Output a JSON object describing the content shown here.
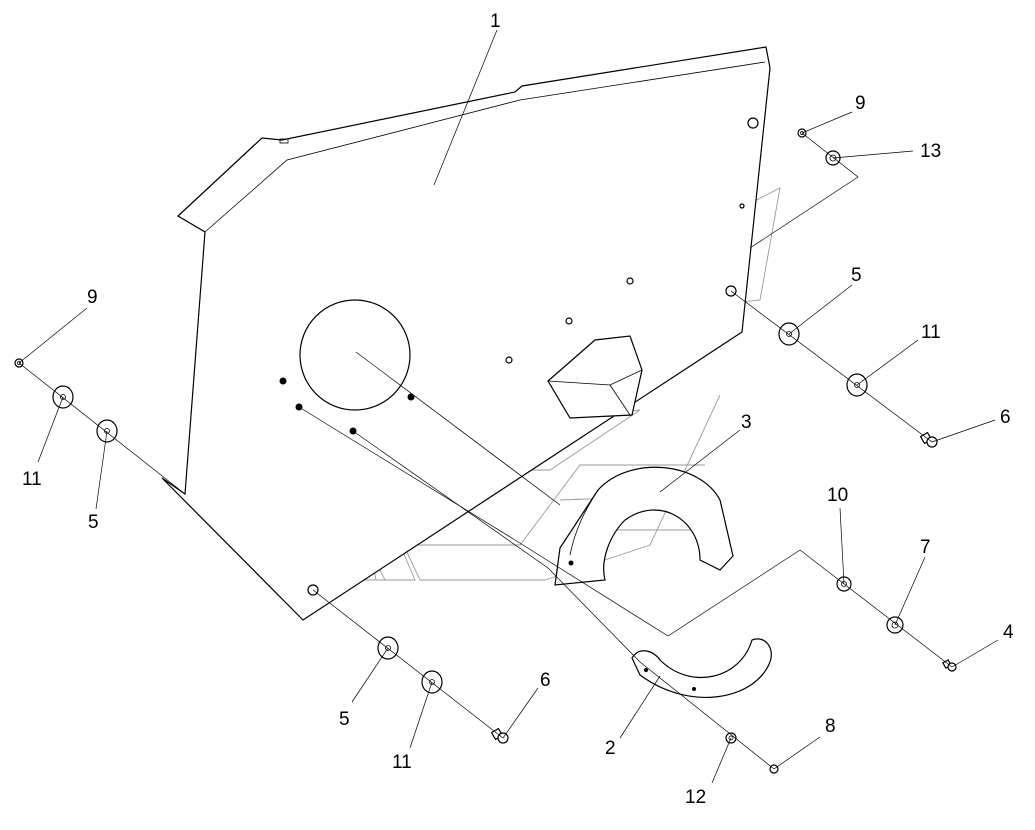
{
  "colors": {
    "line": "#000000",
    "ghost": "#9a9a9a",
    "background": "#ffffff"
  },
  "callouts": {
    "c1": "1",
    "c2": "2",
    "c3": "3",
    "c4": "4",
    "c5a": "5",
    "c5b": "5",
    "c5c": "5",
    "c6a": "6",
    "c6b": "6",
    "c7": "7",
    "c8": "8",
    "c9a": "9",
    "c9b": "9",
    "c10": "10",
    "c11a": "11",
    "c11b": "11",
    "c11c": "11",
    "c12": "12",
    "c13": "13"
  }
}
